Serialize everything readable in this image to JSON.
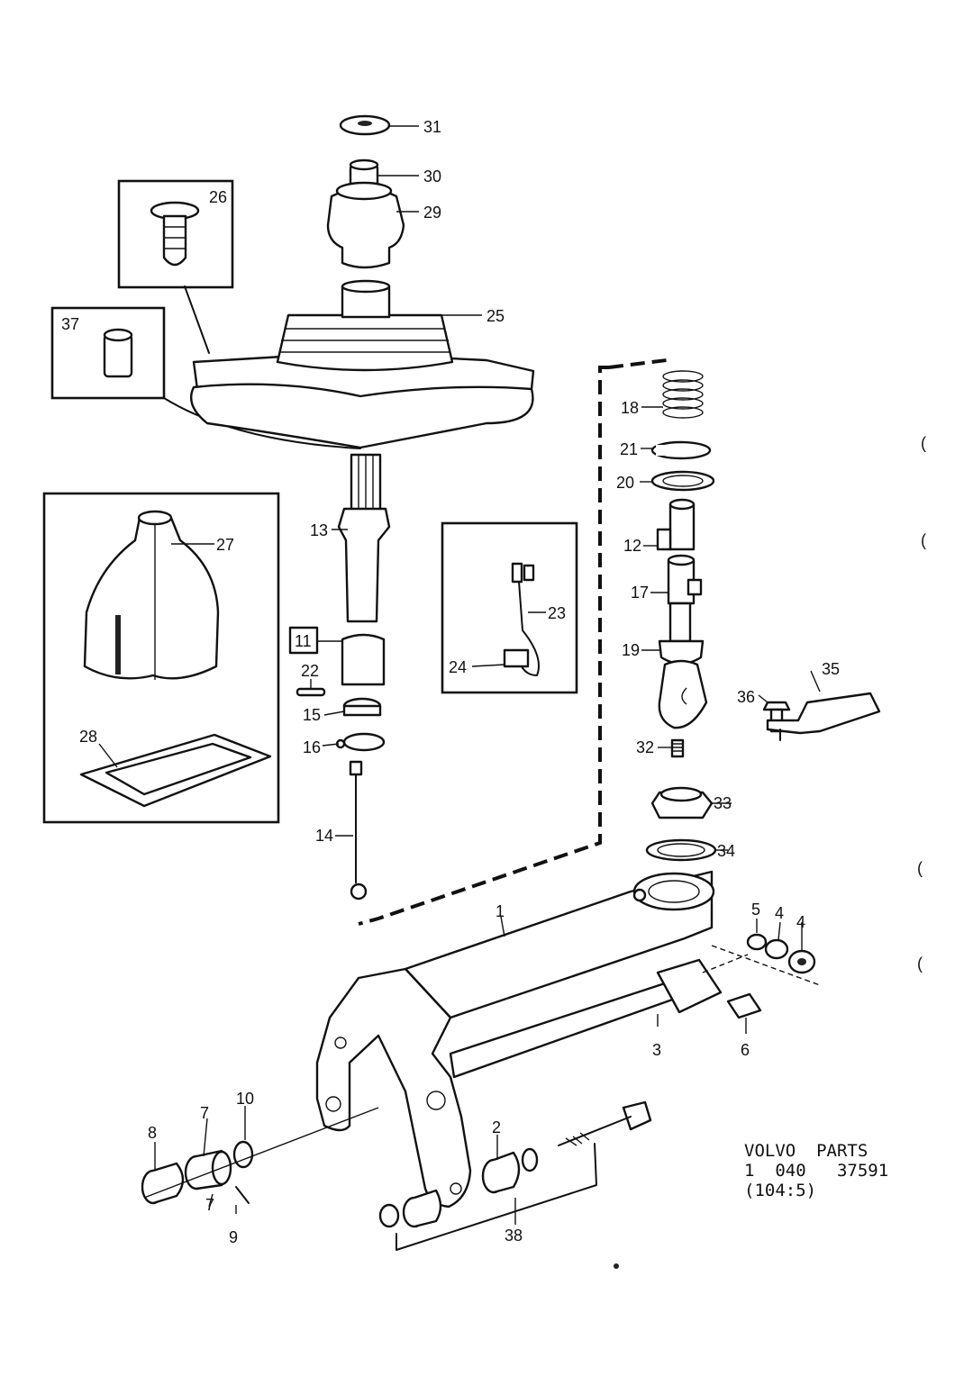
{
  "caption": {
    "line1": "VOLVO  PARTS",
    "line2": "1  040   37591",
    "line3": "(104:5)"
  },
  "callouts": [
    {
      "id": "c31",
      "text": "31"
    },
    {
      "id": "c30",
      "text": "30"
    },
    {
      "id": "c29",
      "text": "29"
    },
    {
      "id": "c26",
      "text": "26"
    },
    {
      "id": "c25",
      "text": "25"
    },
    {
      "id": "c37",
      "text": "37"
    },
    {
      "id": "c18",
      "text": "18"
    },
    {
      "id": "c21",
      "text": "21"
    },
    {
      "id": "c20",
      "text": "20"
    },
    {
      "id": "c27",
      "text": "27"
    },
    {
      "id": "c13",
      "text": "13"
    },
    {
      "id": "c12",
      "text": "12"
    },
    {
      "id": "c17",
      "text": "17"
    },
    {
      "id": "c23",
      "text": "23"
    },
    {
      "id": "c24",
      "text": "24"
    },
    {
      "id": "c11",
      "text": "11"
    },
    {
      "id": "c22",
      "text": "22"
    },
    {
      "id": "c19",
      "text": "19"
    },
    {
      "id": "c35",
      "text": "35"
    },
    {
      "id": "c36",
      "text": "36"
    },
    {
      "id": "c15",
      "text": "15"
    },
    {
      "id": "c16",
      "text": "16"
    },
    {
      "id": "c28",
      "text": "28"
    },
    {
      "id": "c32",
      "text": "32"
    },
    {
      "id": "c33",
      "text": "33"
    },
    {
      "id": "c14",
      "text": "14"
    },
    {
      "id": "c34",
      "text": "34"
    },
    {
      "id": "c1",
      "text": "1"
    },
    {
      "id": "c5",
      "text": "5"
    },
    {
      "id": "c4a",
      "text": "4"
    },
    {
      "id": "c4b",
      "text": "4"
    },
    {
      "id": "c3",
      "text": "3"
    },
    {
      "id": "c6",
      "text": "6"
    },
    {
      "id": "c10",
      "text": "10"
    },
    {
      "id": "c7a",
      "text": "7"
    },
    {
      "id": "c8",
      "text": "8"
    },
    {
      "id": "c2",
      "text": "2"
    },
    {
      "id": "c7b",
      "text": "7"
    },
    {
      "id": "c9",
      "text": "9"
    },
    {
      "id": "c38",
      "text": "38"
    }
  ],
  "margin_marks": [
    "(",
    "(",
    "(",
    "("
  ]
}
